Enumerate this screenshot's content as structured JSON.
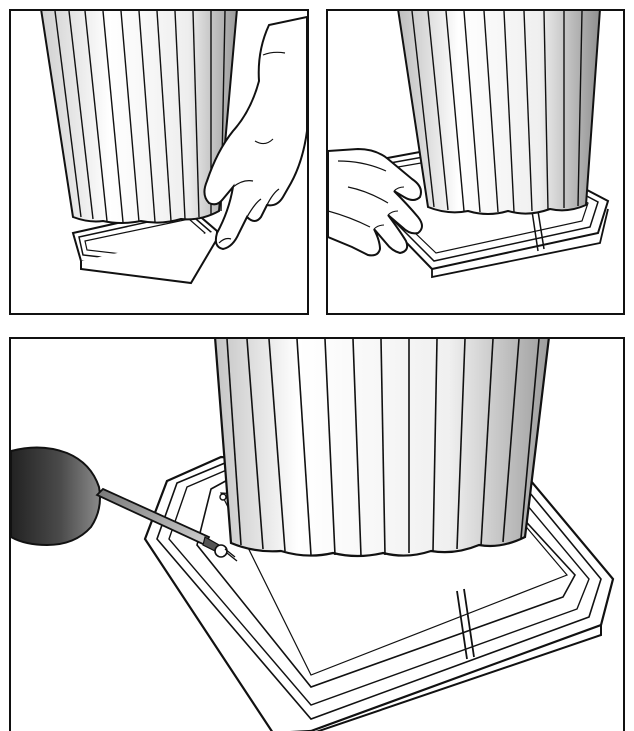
{
  "figure": {
    "panels": [
      {
        "id": "panel-1",
        "caption": ""
      },
      {
        "id": "panel-2",
        "caption": ""
      },
      {
        "id": "panel-3",
        "caption": ""
      }
    ]
  },
  "colors": {
    "ink": "#111111",
    "shade_light": "#f4f4f4",
    "shade_mid": "#c8c8c8",
    "shade_dark": "#6a6a6a"
  }
}
